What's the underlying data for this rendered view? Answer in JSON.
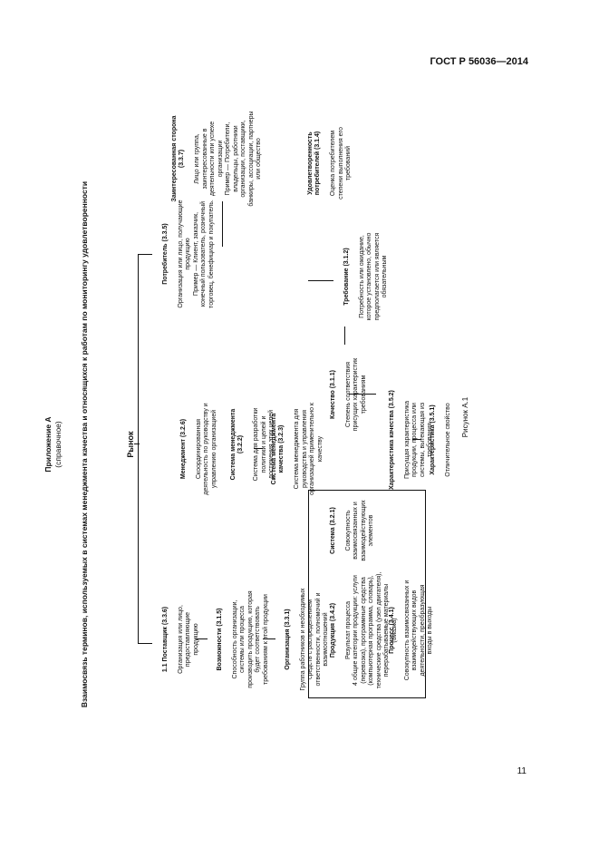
{
  "header": {
    "standard": "ГОСТ Р 56036—2014",
    "page_number": "11"
  },
  "appendix": {
    "title": "Приложение А",
    "subtitle": "(справочное)"
  },
  "diagram": {
    "heading": "Взаимосвязь терминов, используемых в системах менеджмента качества и относящихся к работам по мониторингу удовлетворенности",
    "market": "Рынок",
    "supplier": {
      "title": "1.1 Поставщик (3.3.6)",
      "text": "Организация или лицо, предоставляющие продукцию"
    },
    "capability": {
      "title": "Возможности (3.1.5)",
      "text": "Способность организации, системы или процесса производить продукцию, которая будет соответствовать требованиям к этой продукции"
    },
    "organization": {
      "title": "Организация (3.3.1)",
      "text": "Группа работников и необходимых средств с распределением ответственности, полномочий и взаимоотношений"
    },
    "management": {
      "title": "Менеджмент (3.2.6)",
      "text": "Скоординированная деятельность по руководству и управлению организацией"
    },
    "system": {
      "title": "Система (3.2.1)",
      "text": "Совокупность взаимосвязанных и взаимодействующих элементов"
    },
    "qms": {
      "title": "Система менеджмента (3.2.2)",
      "text": "Система для разработки политики и целей и достижения этих целей"
    },
    "qms_quality": {
      "title": "Система менеджмента качества (3.2.3)",
      "text": "Система менеджмента для руководства и управления организацией применительно к качеству"
    },
    "product": {
      "title": "Продукция (3.4.2)",
      "text": "Результат процесса\n4 общие категории продукции: услуги (перевозка), программные средства (компьютерная программа, словарь), технические средства (узел двигателя), перерабатываемые материалы (смазка)"
    },
    "process": {
      "title": "Процесс (3.4.1)",
      "text": "Совокупность взаимосвязанных и взаимодействующих видов деятельности, преобразующая входы в выходы"
    },
    "quality": {
      "title": "Качество (3.1.1)",
      "text": "Степень соответствия присущих характеристик требованиям"
    },
    "requirement": {
      "title": "Требование (3.1.2)",
      "text": "Потребность или ожидание, которое установлено, обычно предполагается или является обязательным"
    },
    "quality_char": {
      "title": "Характеристика качества (3.5.2)",
      "text": "Присущая характеристика продукции, процесса или системы, вытекающая из требования"
    },
    "characteristic": {
      "title": "Характеристика (3.5.1)",
      "text": "Отличительное свойство"
    },
    "customer": {
      "title": "Потребитель (3.3.5)",
      "text": "Организация или лицо, получающие продукцию\nПример — Клиент, заказчик, конечный пользователь, розничный торговец, бенефициар и покупатель."
    },
    "stakeholder": {
      "title": "Заинтересованная сторона (3.3.7)",
      "text": "Лицо или группа, заинтересованные в деятельности или успехе организации\nПример — Потребители, владельцы, работники организации, поставщики, банкиры, ассоциации, партнеры или общество"
    },
    "satisfaction": {
      "title": "Удовлетворенность потребителей (3.1.4)",
      "text": "Оценка потребителем степени выполнения его требований"
    },
    "caption": "Рисунок А.1"
  }
}
